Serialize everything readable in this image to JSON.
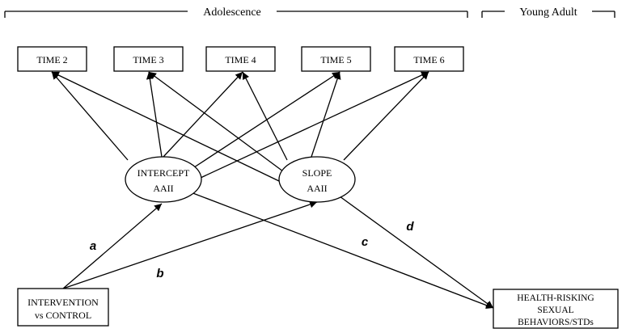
{
  "periods": {
    "adolescence": "Adolescence",
    "young_adult": "Young Adult"
  },
  "time_boxes": [
    "TIME 2",
    "TIME 3",
    "TIME 4",
    "TIME 5",
    "TIME 6"
  ],
  "latent": {
    "intercept": {
      "line1": "INTERCEPT",
      "line2": "AAII"
    },
    "slope": {
      "line1": "SLOPE",
      "line2": "AAII"
    }
  },
  "predictor": {
    "line1": "INTERVENTION",
    "line2": "vs CONTROL"
  },
  "outcome": {
    "line1": "HEALTH-RISKING",
    "line2": "SEXUAL",
    "line3": "BEHAVIORS/STDs"
  },
  "paths": {
    "a": "a",
    "b": "b",
    "c": "c",
    "d": "d"
  }
}
